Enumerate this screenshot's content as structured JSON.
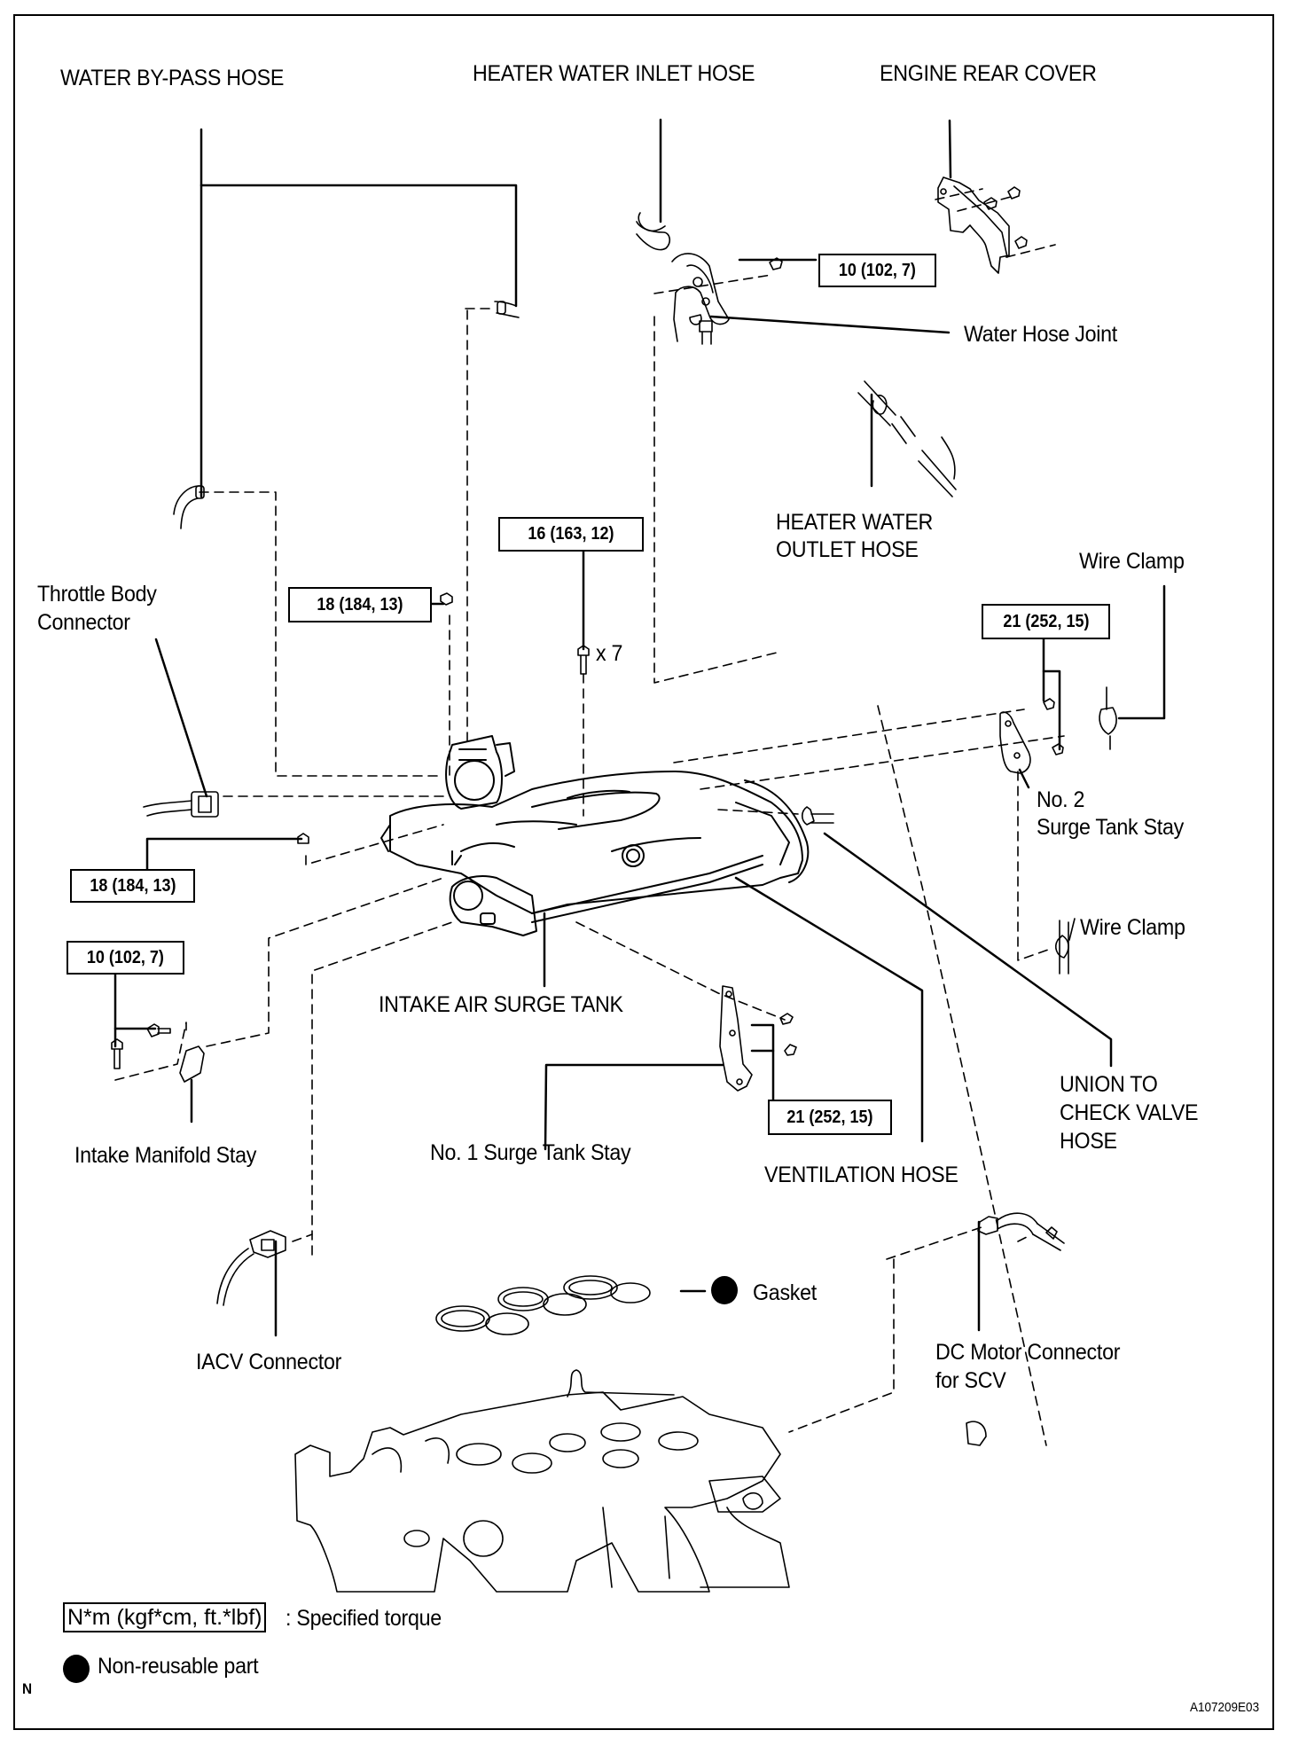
{
  "diagram": {
    "title": "Intake Air Surge Tank Components",
    "figure_id": "A107209E03",
    "corner_mark": "N",
    "labels": {
      "water_bypass_hose": "WATER BY-PASS HOSE",
      "heater_water_inlet_hose": "HEATER WATER INLET HOSE",
      "engine_rear_cover": "ENGINE REAR COVER",
      "water_hose_joint": "Water Hose Joint",
      "heater_water_outlet_hose_1": "HEATER WATER",
      "heater_water_outlet_hose_2": "OUTLET HOSE",
      "wire_clamp_upper": "Wire Clamp",
      "throttle_body_connector_1": "Throttle Body",
      "throttle_body_connector_2": "Connector",
      "x7": "x 7",
      "no2_surge_tank_stay_1": "No. 2",
      "no2_surge_tank_stay_2": "Surge Tank Stay",
      "wire_clamp_lower": "Wire Clamp",
      "intake_air_surge_tank": "INTAKE AIR SURGE TANK",
      "union_check_valve_1": "UNION TO",
      "union_check_valve_2": "CHECK VALVE",
      "union_check_valve_3": "HOSE",
      "intake_manifold_stay": "Intake Manifold Stay",
      "no1_surge_tank_stay": "No. 1 Surge Tank Stay",
      "ventilation_hose": "VENTILATION HOSE",
      "gasket": "Gasket",
      "iacv_connector": "IACV Connector",
      "dc_motor_connector_1": "DC Motor Connector",
      "dc_motor_connector_2": "for SCV"
    },
    "torques": {
      "water_hose_joint_bolt": "10 (102, 7)",
      "surge_tank_bolts": "16 (163, 12)",
      "upper_nut": "18 (184, 13)",
      "lower_nut": "18 (184, 13)",
      "no2_stay_bolts": "21 (252, 15)",
      "manifold_stay_bolts": "10 (102, 7)",
      "no1_stay_bolts": "21 (252, 15)"
    },
    "legend": {
      "torque_unit": "N*m (kgf*cm, ft.*lbf)",
      "torque_desc": ": Specified torque",
      "nonreusable_desc": "Non-reusable part"
    }
  }
}
